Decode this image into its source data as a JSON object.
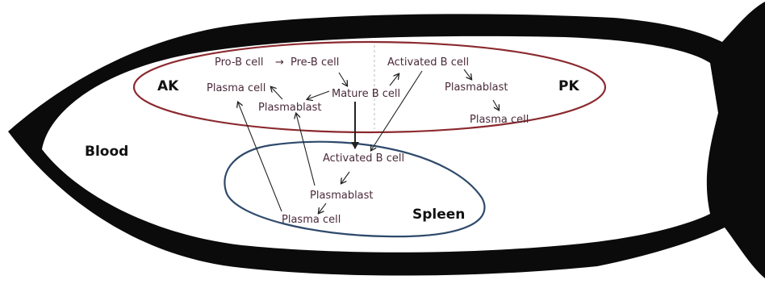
{
  "regions": {
    "ak": "AK",
    "pk": "PK",
    "blood": "Blood",
    "spleen": "Spleen"
  },
  "nodes": {
    "pro_b": "Pro-B cell",
    "pre_b": "Pre-B cell",
    "mature_b": "Mature B cell",
    "plasma_ak": "Plasma cell",
    "plasmablast_ak": "Plasmablast",
    "activated_pk": "Activated B cell",
    "plasmablast_pk": "Plasmablast",
    "plasma_pk": "Plasma cell",
    "activated_spleen": "Activated B cell",
    "plasmablast_spleen": "Plasmablast",
    "plasma_spleen": "Plasma cell",
    "arrow_glyph": "→"
  },
  "colors": {
    "fish_body": "#0b0b0b",
    "kidney_outline": "#8b2a2f",
    "spleen_outline": "#2e4a6b",
    "divider": "#bbbbbb",
    "arrow": "#222222",
    "cell_text": "#4a2a3a"
  }
}
